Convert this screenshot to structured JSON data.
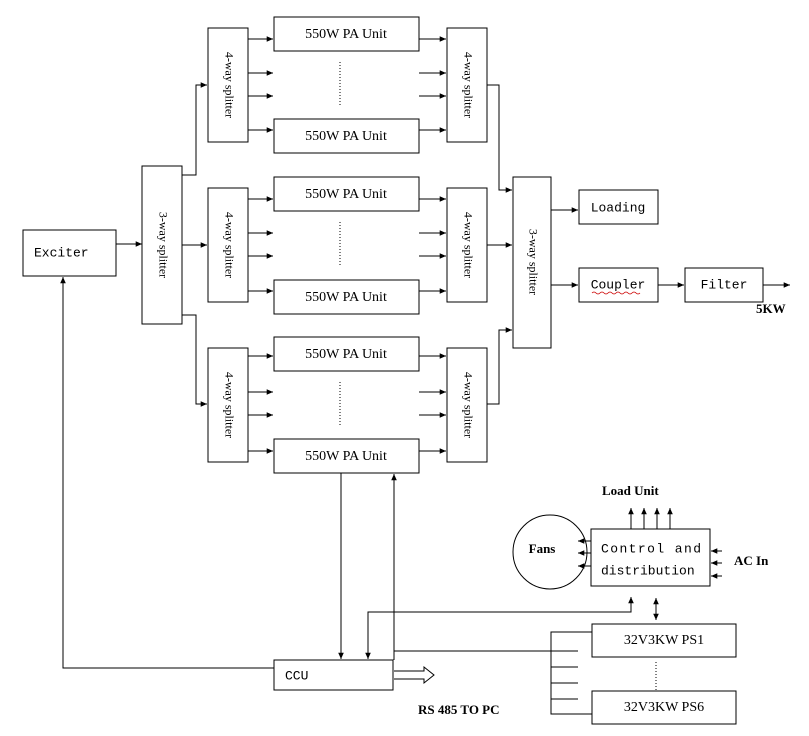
{
  "blocks": {
    "exciter": "Exciter",
    "splitter_3way": "3-way splitter",
    "splitter_4way": "4-way splitter",
    "pa_unit": "550W PA Unit",
    "combiner_4way": "4-way splitter",
    "combiner_3way": "3-way splitter",
    "loading": "Loading",
    "coupler": "Coupler",
    "filter": "Filter",
    "output_power": "5KW",
    "load_unit": "Load Unit",
    "fans": "Fans",
    "control_line1": "Control and",
    "control_line2": "distribution",
    "ac_in": "AC In",
    "ps1": "32V3KW PS1",
    "ps6": "32V3KW PS6",
    "ccu": "CCU",
    "rs485": "RS 485 TO PC"
  },
  "colors": {
    "line": "#000000",
    "background": "#ffffff",
    "spellcheck_underline": "#cc0000"
  }
}
